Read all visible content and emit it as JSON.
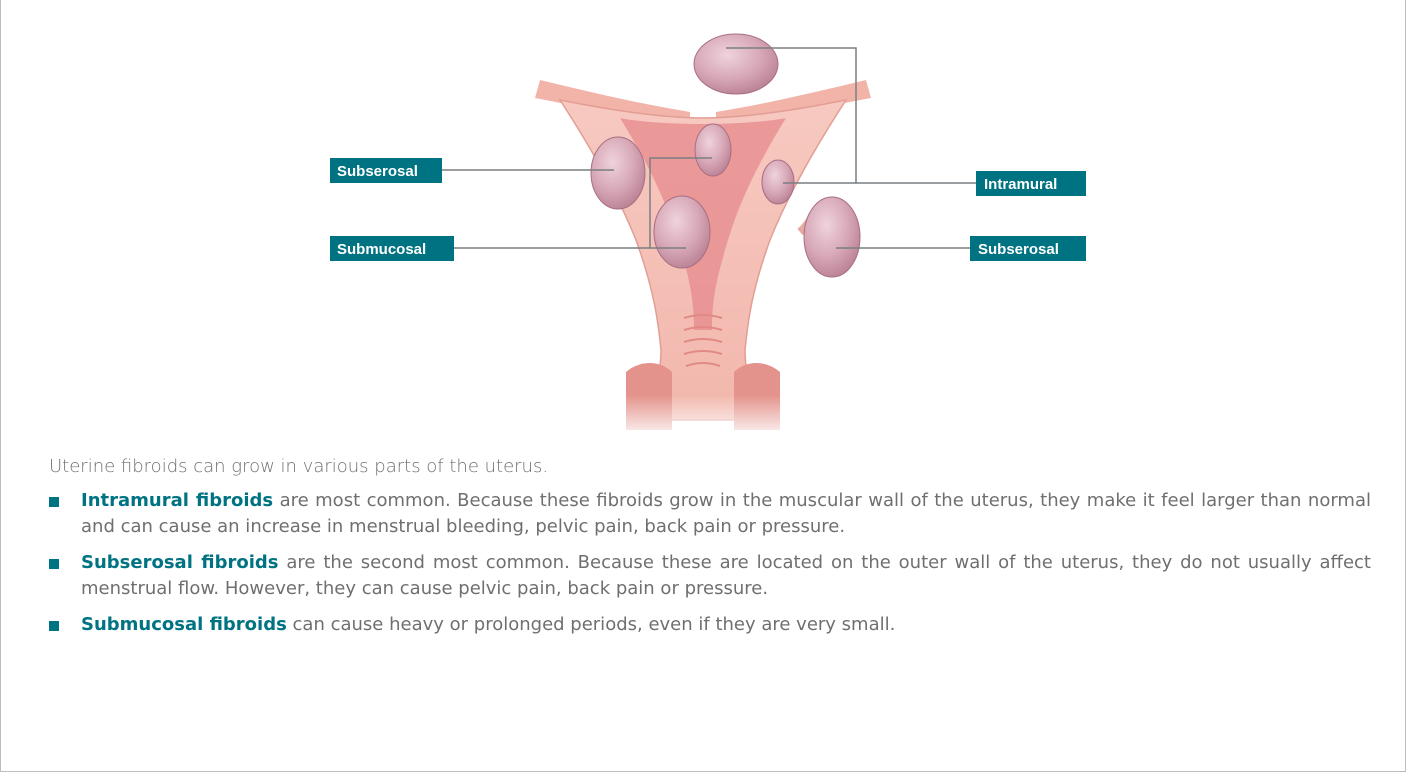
{
  "colors": {
    "accent": "#007383",
    "body_text": "#6f6f6f",
    "leader_line": "#7a7f82",
    "tissue": "#f3b8b0",
    "fibroid": "#d6a5b6"
  },
  "diagram": {
    "labels": {
      "subserosal_left": "Subserosal",
      "submucosal": "Submucosal",
      "intramural": "Intramural",
      "subserosal_right": "Subserosal"
    }
  },
  "text": {
    "intro": "Uterine fibroids can grow in various parts of the uterus.",
    "bullets": [
      {
        "term": "Intramural fibroids",
        "rest": " are most common. Because these fibroids grow in the muscular wall of the uterus, they make it feel larger than normal and can cause an increase in menstrual bleeding, pelvic pain, back pain or pressure."
      },
      {
        "term": "Subserosal fibroids",
        "rest": " are the second most common. Because these are located on the outer wall of the uterus, they do not usually affect menstrual flow. However, they can cause pelvic pain, back pain or pressure."
      },
      {
        "term": "Submucosal fibroids",
        "rest": " can cause heavy or prolonged periods, even if they are very small."
      }
    ]
  }
}
